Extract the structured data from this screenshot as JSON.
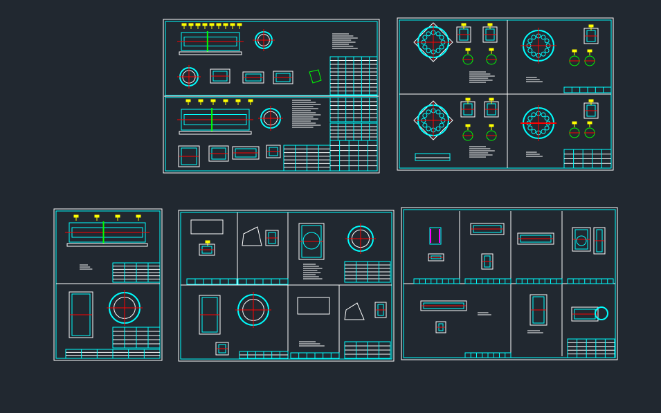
{
  "viewport": {
    "background_color": "#212830"
  },
  "colors": {
    "sheet_border": "#ffffff",
    "frame": "#00ffff",
    "centerline": "#ff0000",
    "annotation": "#ffff00",
    "highlight": "#00ff00",
    "accent": "#ff00ff",
    "text_lines": "#ffffff"
  },
  "sheets": [
    {
      "icon": "drawing-sheet-assembly"
    },
    {
      "icon": "drawing-sheet-tubesheets"
    },
    {
      "icon": "drawing-sheet-shell"
    },
    {
      "icon": "drawing-sheet-parts"
    },
    {
      "icon": "drawing-sheet-details"
    }
  ]
}
